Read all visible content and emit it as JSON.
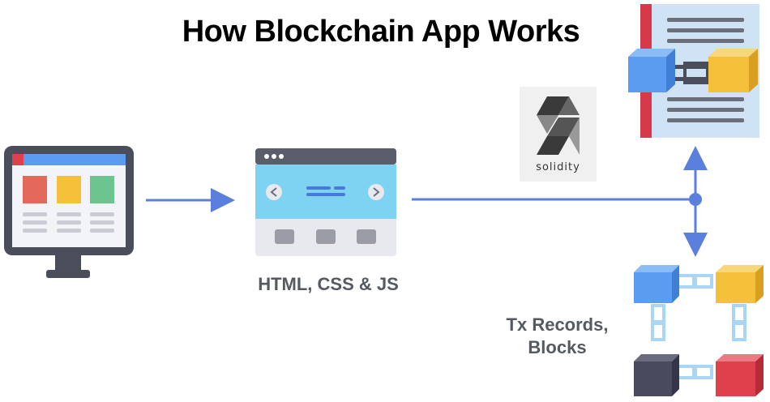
{
  "title": "How Blockchain App Works",
  "labels": {
    "web": "HTML, CSS & JS",
    "tx_line1": "Tx Records,",
    "tx_line2": "Blocks"
  },
  "solidity": {
    "text": "solidity"
  },
  "colors": {
    "arrow": "#5b7fdc",
    "block_blue": "#5b9cf0",
    "block_yellow": "#f5c03a",
    "block_dark": "#4a4a5e",
    "block_red": "#e0404c",
    "book_red": "#d63a4a",
    "page_blue": "#cfe3f5",
    "screen_blue": "#7fd3f2"
  },
  "icons": [
    "monitor-icon",
    "webpage-icon",
    "solidity-logo-icon",
    "ledger-book-icon",
    "blockchain-blocks-icon"
  ]
}
